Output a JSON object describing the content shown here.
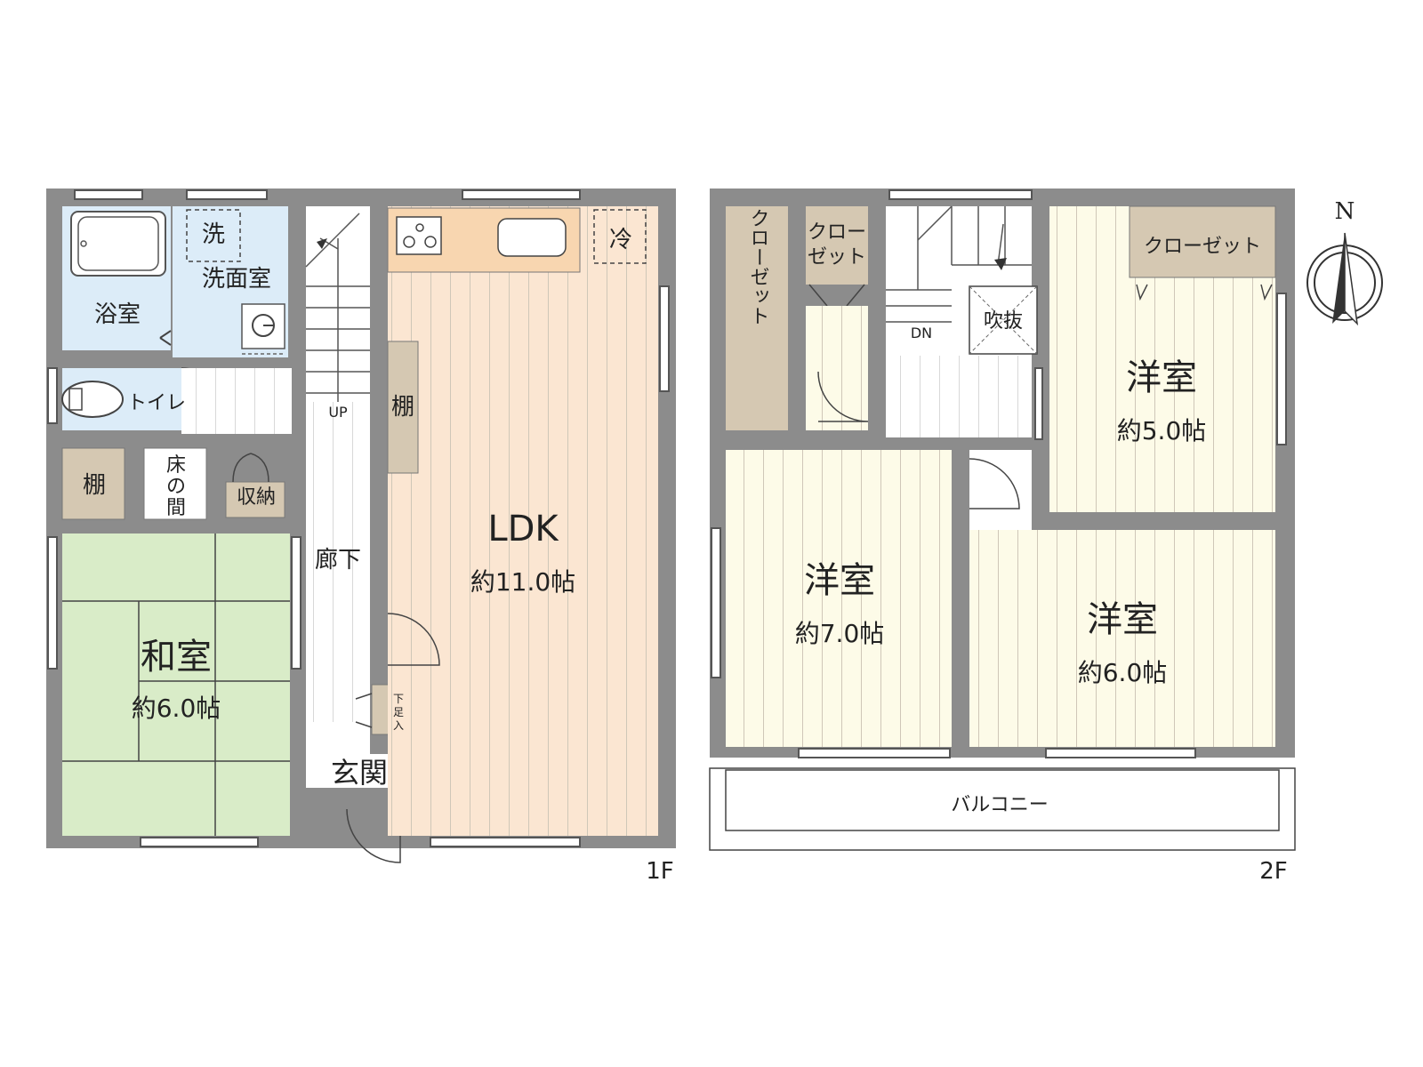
{
  "floor1": {
    "label": "1F",
    "rooms": {
      "washer": "洗",
      "washroom": "洗面室",
      "bath": "浴室",
      "toilet": "トイレ",
      "shelf_japanese": "棚",
      "tokonoma_1": "床",
      "tokonoma_2": "の",
      "tokonoma_3": "間",
      "storage": "収納",
      "japanese_room": "和室",
      "japanese_room_size": "約6.0帖",
      "hallway": "廊下",
      "entrance": "玄関",
      "shoe_1": "下",
      "shoe_2": "足",
      "shoe_3": "入",
      "ldk": "LDK",
      "ldk_size": "約11.0帖",
      "ldk_shelf": "棚",
      "fridge": "冷",
      "stair_up": "UP"
    }
  },
  "floor2": {
    "label": "2F",
    "rooms": {
      "closet_left": "クローゼット",
      "closet_small_1": "クロー",
      "closet_small_2": "ゼット",
      "closet_right": "クローゼット",
      "void": "吹抜",
      "stair_down": "DN",
      "room_ne": "洋室",
      "room_ne_size": "約5.0帖",
      "room_w": "洋室",
      "room_w_size": "約7.0帖",
      "room_se": "洋室",
      "room_se_size": "約6.0帖",
      "balcony": "バルコニー"
    }
  },
  "compass": {
    "north_label": "N"
  },
  "colors": {
    "wall": "#8c8c8c",
    "bath_blue": "#dcecf8",
    "tatami_green": "#d9ecc8",
    "ldk_peach": "#fbe6d2",
    "kitchen_counter": "#f8d6b0",
    "western_room": "#fdfbe8",
    "closet_tan": "#d5c8b2"
  }
}
